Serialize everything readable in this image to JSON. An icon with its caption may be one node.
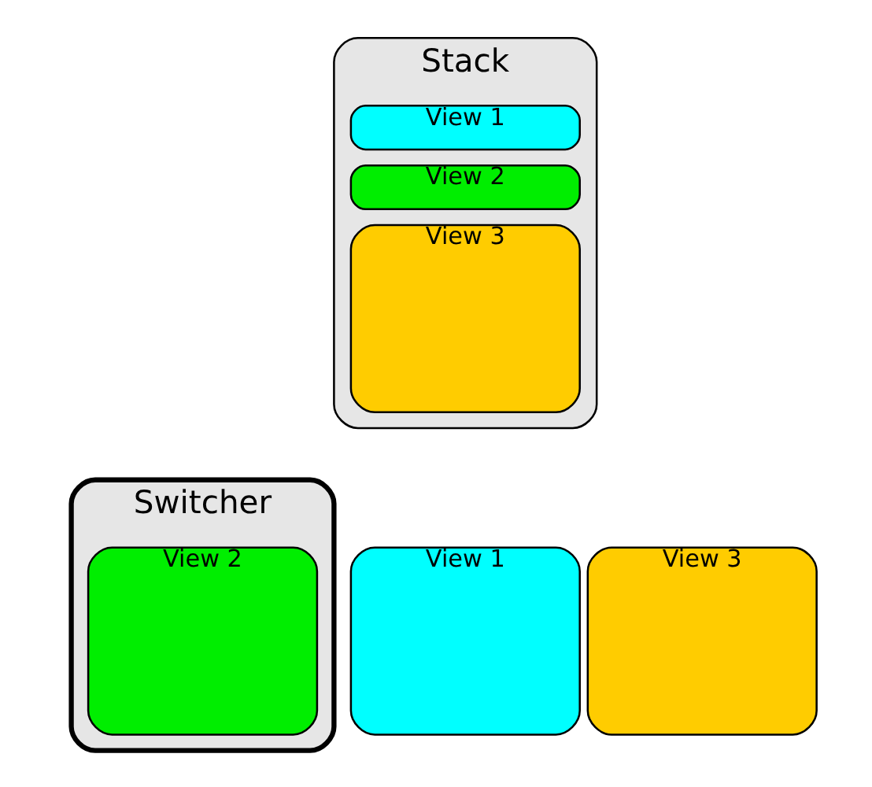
{
  "diagram": {
    "nodes": [
      {
        "text": [
          "Stack"
        ]
      },
      {
        "text": [
          "View 1"
        ],
        "in": 0
      },
      {
        "text": [
          "View 2"
        ],
        "in": 0
      },
      {
        "text": [
          "View 3"
        ],
        "in": 0
      },
      {
        "text": [
          "Switcher"
        ]
      },
      {
        "text": [
          "View 1"
        ]
      },
      {
        "text": [
          "View 2"
        ],
        "in": 4
      },
      {
        "text": [
          "View 3"
        ]
      }
    ],
    "edges": []
  }
}
